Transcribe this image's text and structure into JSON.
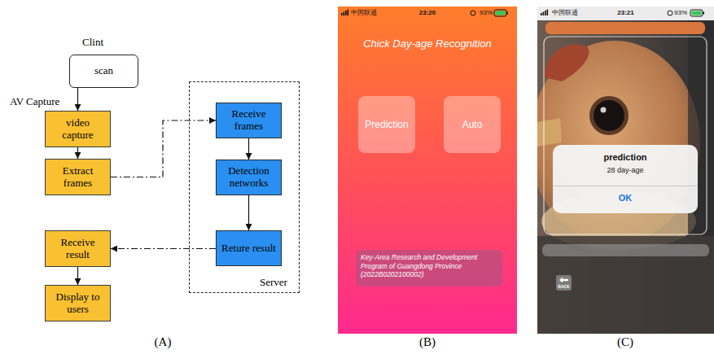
{
  "diagram": {
    "nodes": [
      {
        "text": [
          "scan"
        ]
      },
      {
        "text": [
          "video capture"
        ]
      },
      {
        "text": [
          "Extract frames"
        ]
      },
      {
        "text": [
          "Receive result"
        ]
      },
      {
        "text": [
          "Display to users"
        ]
      },
      {
        "text": [
          "Server"
        ]
      },
      {
        "text": [
          "Receive frames"
        ],
        "in": 5
      },
      {
        "text": [
          "Detection networks"
        ],
        "in": 5
      },
      {
        "text": [
          "Reture result"
        ],
        "in": 5
      },
      {
        "text": [
          "中国联通",
          "23:20",
          "93%",
          "Chick Day-age Recognition"
        ]
      },
      {
        "text": [
          "Prediction"
        ],
        "in": 9
      },
      {
        "text": [
          "Auto"
        ],
        "in": 9
      },
      {
        "text": [
          "Key-Area Research and Development Program of Guangdong Province (2022B0202100002)"
        ],
        "in": 9
      },
      {
        "text": [
          "中国联通",
          "23:21",
          "93%"
        ]
      },
      {
        "text": [
          "prediction",
          "28 day-age",
          "OK"
        ],
        "in": 13
      },
      {
        "text": [
          "BACK"
        ],
        "in": 13
      }
    ],
    "edges": [
      {
        "from": 0,
        "to": 1,
        "arrow": "to"
      },
      {
        "from": 1,
        "to": 2,
        "arrow": "to"
      },
      {
        "from": 2,
        "to": 6,
        "arrow": "to"
      },
      {
        "from": 6,
        "to": 7,
        "arrow": "to"
      },
      {
        "from": 7,
        "to": 8,
        "arrow": "to"
      },
      {
        "from": 8,
        "to": 3,
        "arrow": "to"
      },
      {
        "from": 3,
        "to": 4,
        "arrow": "to"
      }
    ],
    "labels": [
      "Clint",
      "AV Capture",
      "(A)",
      "(B)",
      "(C)"
    ]
  }
}
